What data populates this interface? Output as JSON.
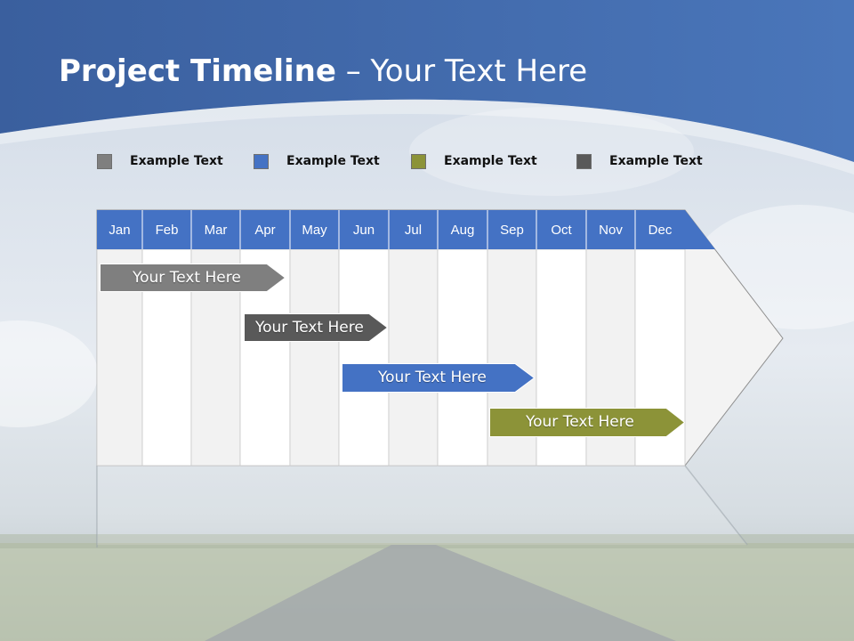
{
  "title": {
    "bold": "Project Timeline",
    "rest": " – Your Text Here"
  },
  "legend": [
    {
      "label": "Example Text",
      "color": "#7f7f7f"
    },
    {
      "label": "Example Text",
      "color": "#4472c4"
    },
    {
      "label": "Example Text",
      "color": "#8c9338"
    },
    {
      "label": "Example Text",
      "color": "#595959"
    }
  ],
  "months": [
    "Jan",
    "Feb",
    "Mar",
    "Apr",
    "May",
    "Jun",
    "Jul",
    "Aug",
    "Sep",
    "Oct",
    "Nov",
    "Dec"
  ],
  "tasks": [
    {
      "label": "Your  Text Here",
      "color": "#7f7f7f"
    },
    {
      "label": "Your  Text Here",
      "color": "#595959"
    },
    {
      "label": "Your  Text Here",
      "color": "#4472c4"
    },
    {
      "label": "Your  Text Here",
      "color": "#8c9338"
    }
  ],
  "colors": {
    "header": "#4472c4",
    "title_band": "#3f6db3"
  }
}
